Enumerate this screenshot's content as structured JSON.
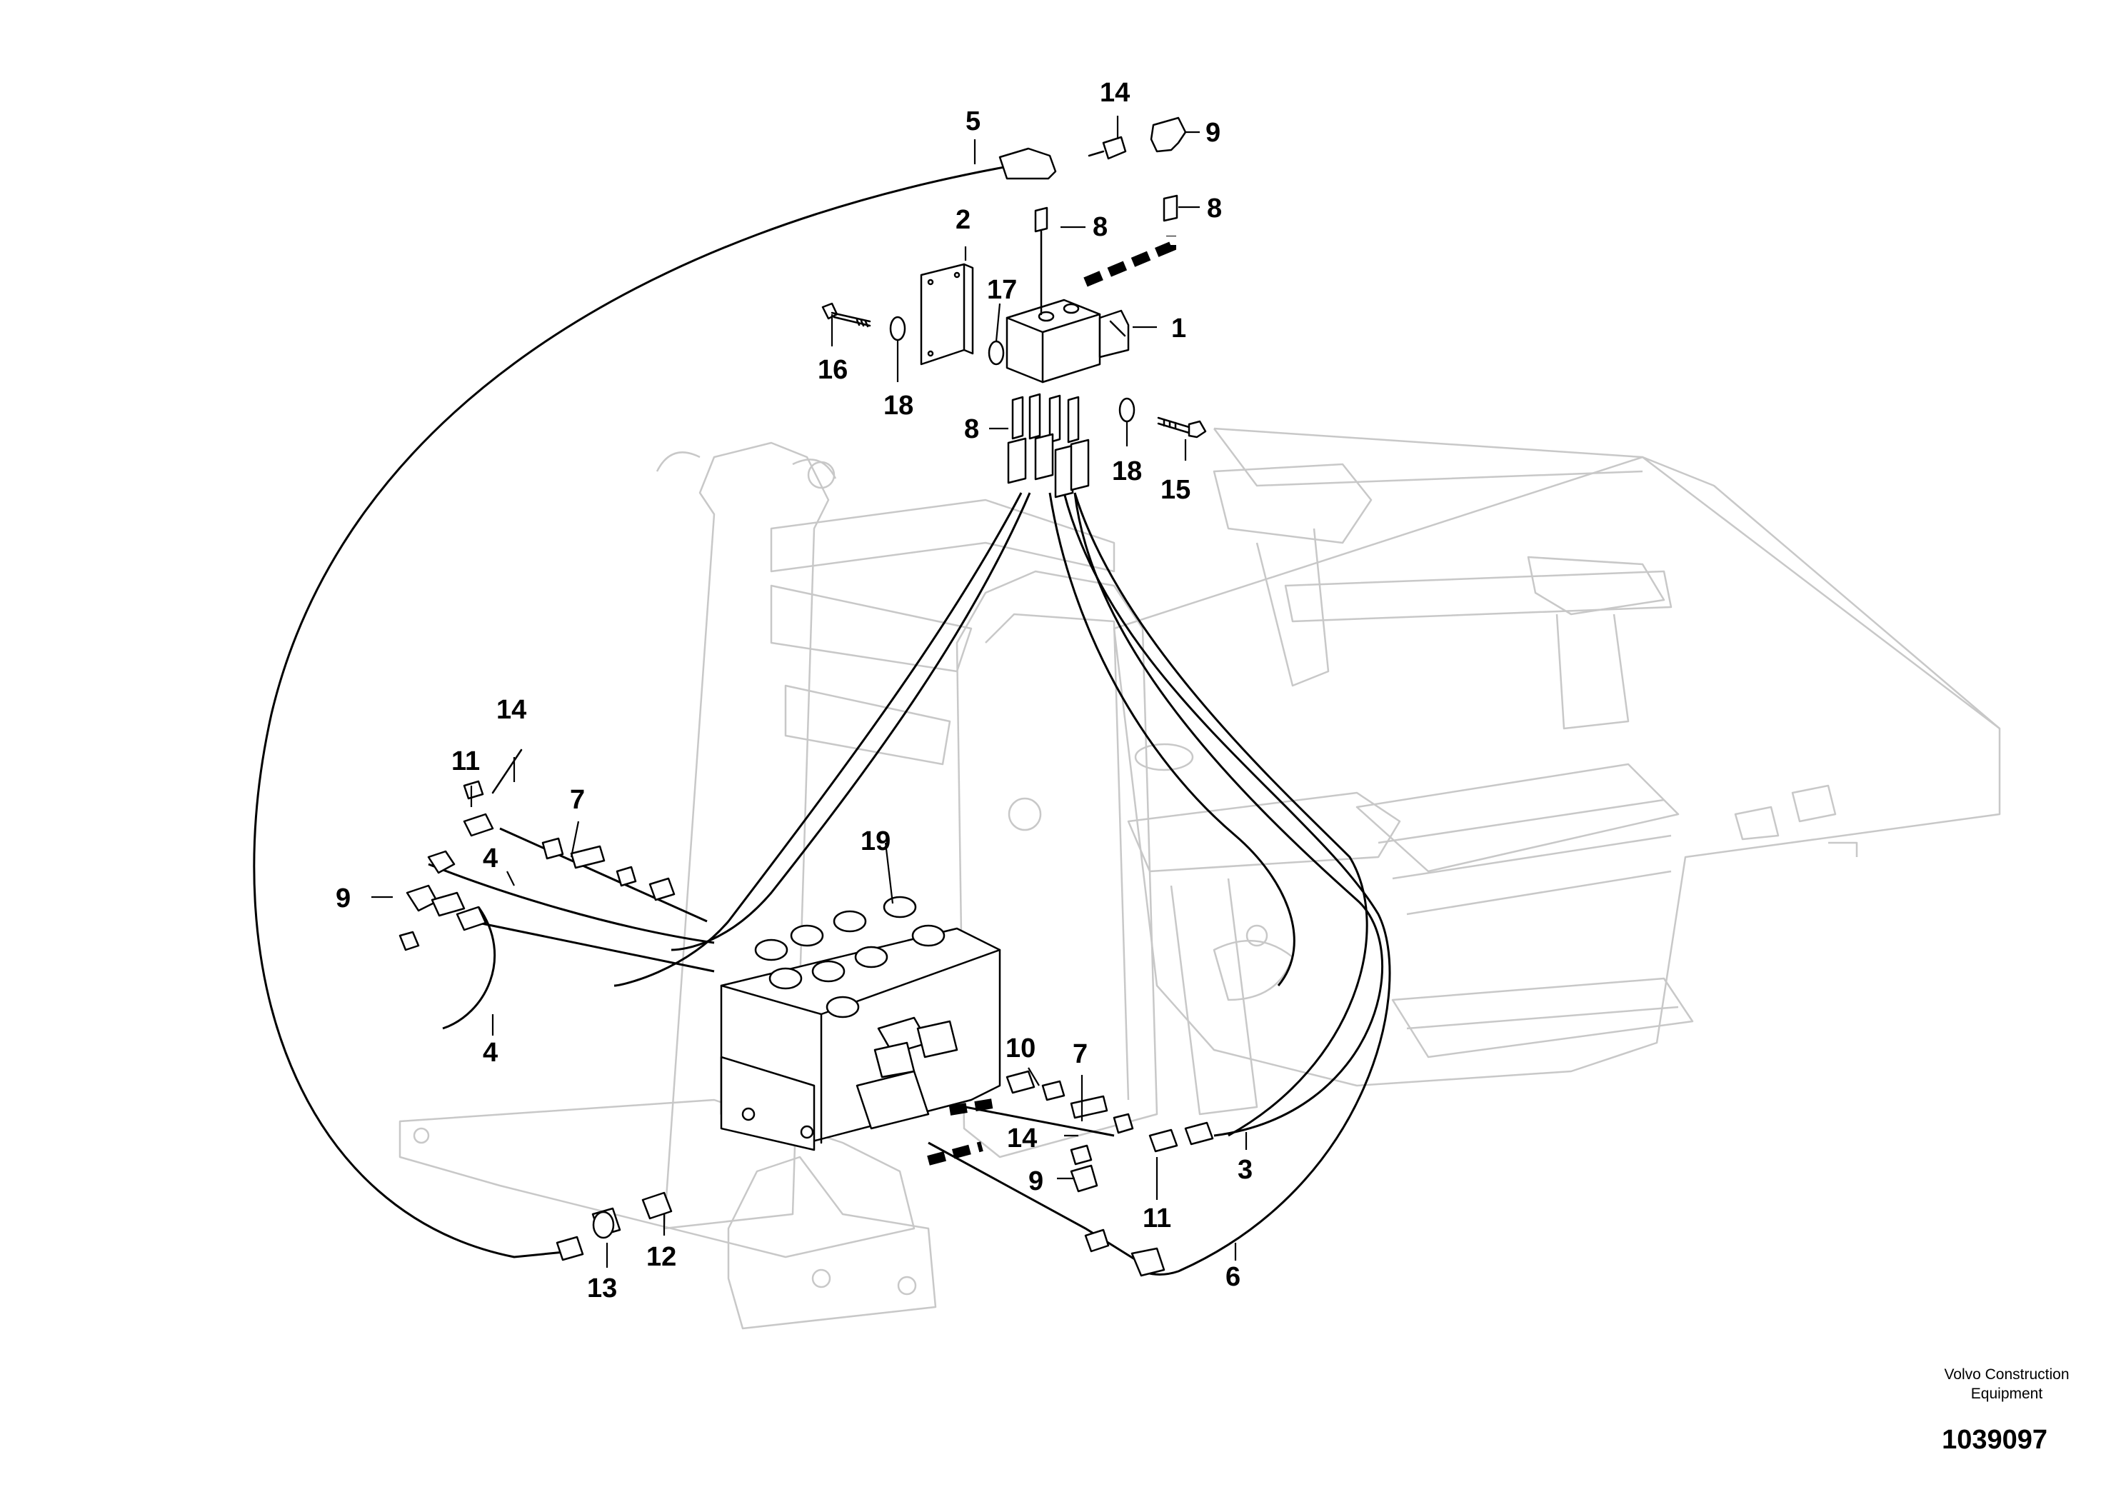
{
  "publisher": {
    "line1": "Volvo Construction",
    "line2": "Equipment"
  },
  "document_number": "1039097",
  "callouts": {
    "c1": "1",
    "c2": "2",
    "c3": "3",
    "c4a": "4",
    "c4b": "4",
    "c5": "5",
    "c6": "6",
    "c7a": "7",
    "c7b": "7",
    "c8a": "8",
    "c8b": "8",
    "c8c": "8",
    "c9a": "9",
    "c9b": "9",
    "c9c": "9",
    "c10": "10",
    "c11a": "11",
    "c11b": "11",
    "c12": "12",
    "c13": "13",
    "c14a": "14",
    "c14b": "14",
    "c14c": "14",
    "c15": "15",
    "c16": "16",
    "c17": "17",
    "c18a": "18",
    "c18b": "18",
    "c19": "19"
  }
}
